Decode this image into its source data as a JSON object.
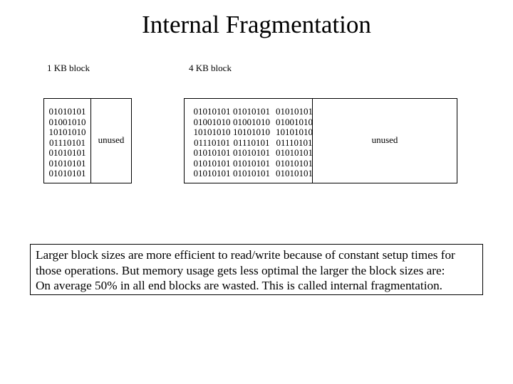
{
  "title": "Internal Fragmentation",
  "small_block": {
    "label": "1 KB block",
    "data_lines": [
      "01010101",
      "01001010",
      "10101010",
      "01110101",
      "01010101",
      "01010101",
      "01010101"
    ],
    "unused_label": "unused"
  },
  "large_block": {
    "label": "4 KB block",
    "data_columns": [
      [
        "01010101",
        "01001010",
        "10101010",
        "01110101",
        "01010101",
        "01010101",
        "01010101"
      ],
      [
        "01010101",
        "01001010",
        "10101010",
        "01110101",
        "01010101",
        "01010101",
        "01010101"
      ],
      [
        "01010101",
        "01001010",
        "10101010",
        "01110101",
        "01010101",
        "01010101",
        "01010101"
      ]
    ],
    "unused_label": "unused"
  },
  "caption": {
    "lines": [
      "Larger block sizes are more efficient to read/write because of constant setup times for",
      "those operations. But memory usage gets less optimal the larger the block sizes are:",
      "On average 50% in all end blocks are wasted. This is called internal fragmentation."
    ]
  }
}
